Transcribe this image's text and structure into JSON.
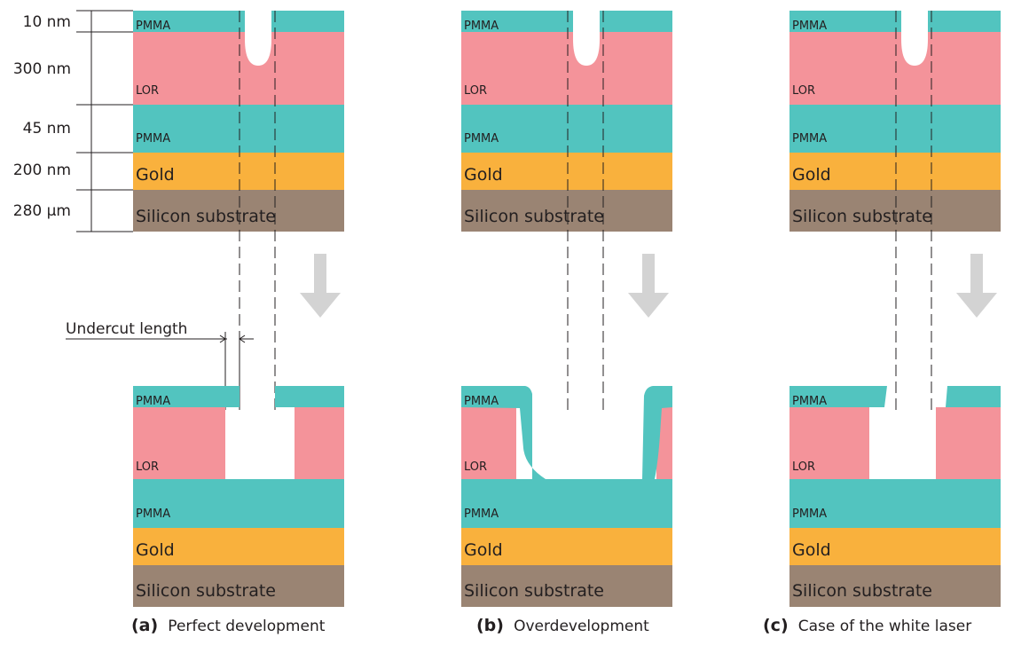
{
  "colors": {
    "pmma": "#52c4bf",
    "lor": "#f4939a",
    "gold": "#f9b13d",
    "silicon": "#9a8473",
    "arrow": "#d3d3d3",
    "line": "#231f20"
  },
  "layer_labels": {
    "pmma": "PMMA",
    "lor": "LOR",
    "gold": "Gold",
    "silicon": "Silicon substrate"
  },
  "thickness_labels": [
    "10 nm",
    "300 nm",
    "45 nm",
    "200 nm",
    "280 µm"
  ],
  "undercut_label": "Undercut length",
  "panels": [
    {
      "letter": "(a)",
      "caption": "Perfect development"
    },
    {
      "letter": "(b)",
      "caption": "Overdevelopment"
    },
    {
      "letter": "(c)",
      "caption": "Case of the white laser"
    }
  ]
}
